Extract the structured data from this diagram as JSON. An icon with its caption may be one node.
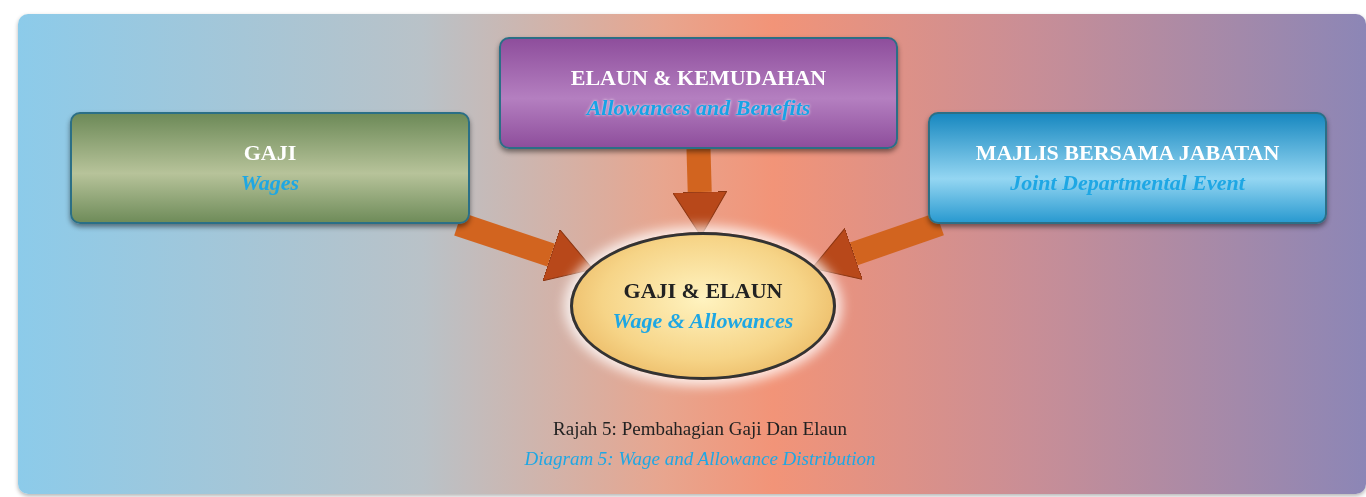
{
  "diagram": {
    "caption": "Rajah 5: Pembahagian Gaji Dan Elaun",
    "nodes": [
      {
        "text": [
          "GAJI",
          "Wages"
        ]
      },
      {
        "text": [
          "ELAUN & KEMUDAHAN",
          "Allowances and Benefits"
        ]
      },
      {
        "text": [
          "MAJLIS BERSAMA JABATAN",
          "Joint Departmental Event"
        ]
      },
      {
        "text": [
          "GAJI & ELAUN",
          "Wage & Allowances"
        ]
      }
    ],
    "edges": [
      {
        "from": 0,
        "to": 3,
        "arrow": "to"
      },
      {
        "from": 1,
        "to": 3,
        "arrow": "to"
      },
      {
        "from": 2,
        "to": 3,
        "arrow": "to"
      }
    ],
    "labels": [
      "Diagram 5: Wage and Allowance Distribution"
    ]
  }
}
